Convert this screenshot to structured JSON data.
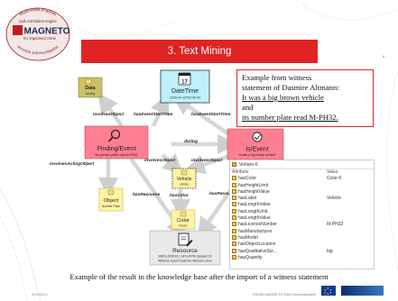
{
  "logo": {
    "arc_top": "Multimedia Analysis",
    "arc_mid": "and correlation engine",
    "brand": "MAGNETO",
    "tagline": "for organised crime",
    "arc_bottom": "terrorism and investigation"
  },
  "title": "3. Text Mining",
  "page_number": "8",
  "witness": {
    "line1": "Example from witness",
    "line2": "statement of Dasmire Altmann:",
    "line3": "It was a big brown vehicle",
    "line4": "and",
    "line5": "its number plate read M-PH32."
  },
  "nodes": {
    "data": {
      "title": "Data",
      "subtitle": "Analog"
    },
    "datetime": {
      "icon_number": "17",
      "title": "DateTime",
      "subtitle": "2020-04-10T22:00:00"
    },
    "finding": {
      "title": "Finding/Event",
      "subtitle": "Its number plate read M-PH32"
    },
    "isevent": {
      "title": "Is/Event",
      "subtitle": "It was a big brown vehicle"
    },
    "vehicle": {
      "title": "Vehicle",
      "subtitle": "vehicle"
    },
    "object": {
      "title": "Object",
      "subtitle": "Number Plate"
    },
    "color": {
      "title": "Color",
      "subtitle": "brown"
    },
    "resource": {
      "title": "Resource",
      "line1": "EB51-000010 | GFS-PPM dataset 02",
      "line2": "Witness report Dasmire Altmann.docx"
    }
  },
  "edges": {
    "involves_object_1": "involvesObject",
    "has_event_start_time": "hasEventStartTime",
    "has_event_start_time_2": "hasEventStartTime",
    "during": "during",
    "involves_object_2": "involvesObject",
    "involves_object_3": "involvesObject",
    "involves_acting_object": "involvesActingObject",
    "has_color": "hasColor",
    "has_resource_1": "hasResource",
    "has_resource_2": "hasResource"
  },
  "attributes_table": {
    "title": "Vehicle-0",
    "header_attr": "Attribute",
    "header_val": "Value",
    "rows": [
      {
        "attr": "hasColor",
        "val": "Color-0"
      },
      {
        "attr": "hasHeightLimit",
        "val": ""
      },
      {
        "attr": "hasHeightValue",
        "val": ""
      },
      {
        "attr": "hasLabel",
        "val": "Vehicle"
      },
      {
        "attr": "hasLengthValue",
        "val": ""
      },
      {
        "attr": "hasLengthUnit",
        "val": ""
      },
      {
        "attr": "hasLengthValue",
        "val": ""
      },
      {
        "attr": "hasLicenseNumber",
        "val": "M-PH32"
      },
      {
        "attr": "hasManufacturer",
        "val": ""
      },
      {
        "attr": "hasModel",
        "val": ""
      },
      {
        "attr": "hasObjectLocation",
        "val": ""
      },
      {
        "attr": "hasQualitativeSiz...",
        "val": "big"
      },
      {
        "attr": "hasQuantity",
        "val": ""
      }
    ]
  },
  "caption": "Example of the result in the knowledge base after the import of a witness statement",
  "footer": {
    "date": "3/16/2021",
    "text": "SSS50 MAGNETO DAS Demonstration"
  },
  "colors": {
    "accent": "#e02323",
    "node_pink": "#ff7f92",
    "node_yellow": "#fff3a6",
    "node_cyan": "#bff0ff",
    "node_olive": "#c9c067",
    "arrow": "#d9d9d9"
  }
}
